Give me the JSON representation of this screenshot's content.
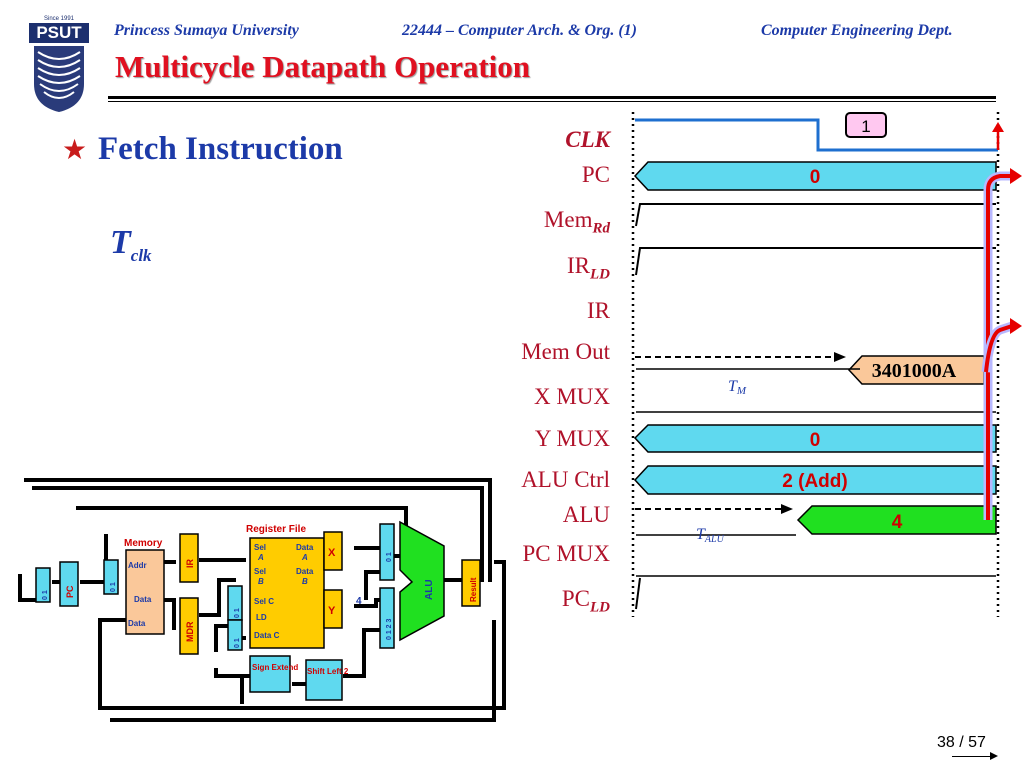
{
  "header": {
    "university": "Princess Sumaya University",
    "course": "22444 – Computer Arch. & Org. (1)",
    "dept": "Computer Engineering Dept.",
    "logo_top": "Since 1991",
    "logo_text": "PSUT"
  },
  "title": "Multicycle Datapath Operation",
  "bullet": "Fetch Instruction",
  "tclk": {
    "base": "T",
    "sub": "clk"
  },
  "signals": {
    "clk": "CLK",
    "pc": "PC",
    "memrd": {
      "base": "Mem",
      "sub": "Rd"
    },
    "irld": {
      "base": "IR",
      "sub": "LD"
    },
    "ir": "IR",
    "memout": "Mem Out",
    "xmux": "X MUX",
    "ymux": "Y MUX",
    "aluctrl": "ALU Ctrl",
    "alu": "ALU",
    "pcmux": "PC MUX",
    "pcld": {
      "base": "PC",
      "sub": "LD"
    }
  },
  "values": {
    "pc": "0",
    "memout": "3401000A",
    "ymux": "0",
    "aluctrl": "2 (Add)",
    "alu": "4"
  },
  "timing": {
    "tm_base": "T",
    "tm_sub": "M",
    "talu_base": "T",
    "talu_sub": "ALU"
  },
  "clock_marker": "1",
  "datapath": {
    "memory": "Memory",
    "addr": "Addr",
    "data": "Data",
    "data2": "Data",
    "pc": "PC",
    "ir": "IR",
    "mdr": "MDR",
    "register_file": "Register File",
    "rf_sel_a": "Sel",
    "rf_a": "A",
    "rf_data_a": "Data",
    "rf_data_a2": "A",
    "rf_sel_b": "Sel",
    "rf_b": "B",
    "rf_data_b": "Data",
    "rf_data_b2": "B",
    "rf_sel_c": "Sel C",
    "rf_ld": "LD",
    "rf_data_c": "Data C",
    "x": "X",
    "y": "Y",
    "alu": "ALU",
    "result": "Result",
    "sign_extend": "Sign Extend",
    "shift_left": "Shift Left 2",
    "const4": "4",
    "mux_01": "0 1",
    "mux_0123": "0 1 2 3"
  },
  "page": "38 / 57",
  "colors": {
    "header_blue": "#1c3aa8",
    "title_red": "#e01020",
    "signal_red": "#b0122a",
    "bus_cyan": "#5fd9ef",
    "memout_fill": "#fac89a",
    "alu_green": "#20e020",
    "rf_yellow": "#ffcc00",
    "arrow_red": "#e60000"
  }
}
